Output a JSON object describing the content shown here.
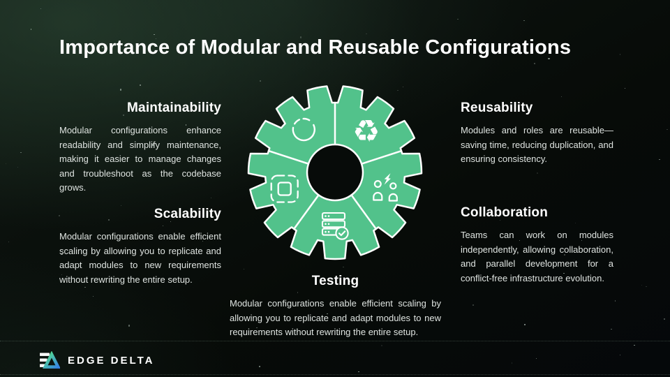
{
  "title": "Importance of Modular and Reusable Configurations",
  "sections": {
    "maintainability": {
      "title": "Maintainability",
      "body": "Modular configurations enhance readability and simplify maintenance, making it easier to manage changes and troubleshoot as the codebase grows."
    },
    "scalability": {
      "title": "Scalability",
      "body": "Modular configurations enable efficient scaling by allowing you to replicate and adapt modules to new requirements without rewriting the entire setup."
    },
    "reusability": {
      "title": "Reusability",
      "body": "Modules and roles are reusable—saving time, reducing duplication, and ensuring consistency."
    },
    "collaboration": {
      "title": "Collaboration",
      "body": "Teams can work on modules independently, allowing collaboration, and parallel development for a conflict-free infrastructure evolution."
    },
    "testing": {
      "title": "Testing",
      "body": "Modular configurations enable efficient scaling by allowing you to replicate and adapt modules to new requirements without rewriting the entire setup."
    }
  },
  "gear": {
    "color": "#52c28b",
    "outline": "#ffffff",
    "hole_color": "#070b09",
    "recycle_glyph": "♻",
    "segment_icons": [
      "dashed-circle",
      "recycle",
      "collaboration-people",
      "server-check",
      "module-brackets"
    ]
  },
  "footer": {
    "brand": "EDGE DELTA",
    "logo_bar_color": "#ffffff",
    "logo_gradient_start": "#57e389",
    "logo_gradient_end": "#3584e4"
  },
  "background": {
    "base": "#070b08",
    "tint": "#1c2c22",
    "star_color": "#d7e8dd"
  }
}
